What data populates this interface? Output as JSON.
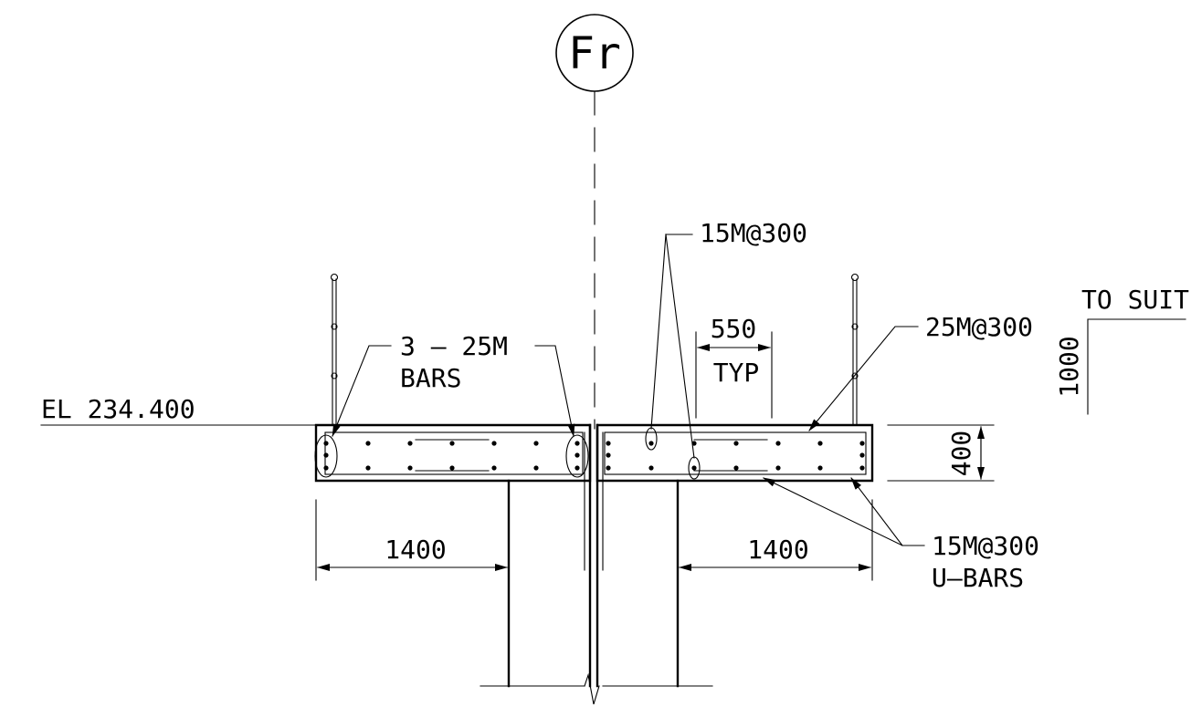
{
  "gridline": {
    "label": "Fr"
  },
  "elevation": {
    "label": "EL 234.400"
  },
  "callouts": {
    "bars_line1": "3 – 25M",
    "bars_line2": "BARS",
    "top_spacing": "15M@300",
    "top_bars": "25M@300",
    "ubars_line1": "15M@300",
    "ubars_line2": "U–BARS"
  },
  "dimensions": {
    "left_overhang": "1400",
    "right_overhang": "1400",
    "spacing": "550",
    "spacing_note": "TYP",
    "depth": "400",
    "height": "1000",
    "height_note": "TO SUIT"
  }
}
